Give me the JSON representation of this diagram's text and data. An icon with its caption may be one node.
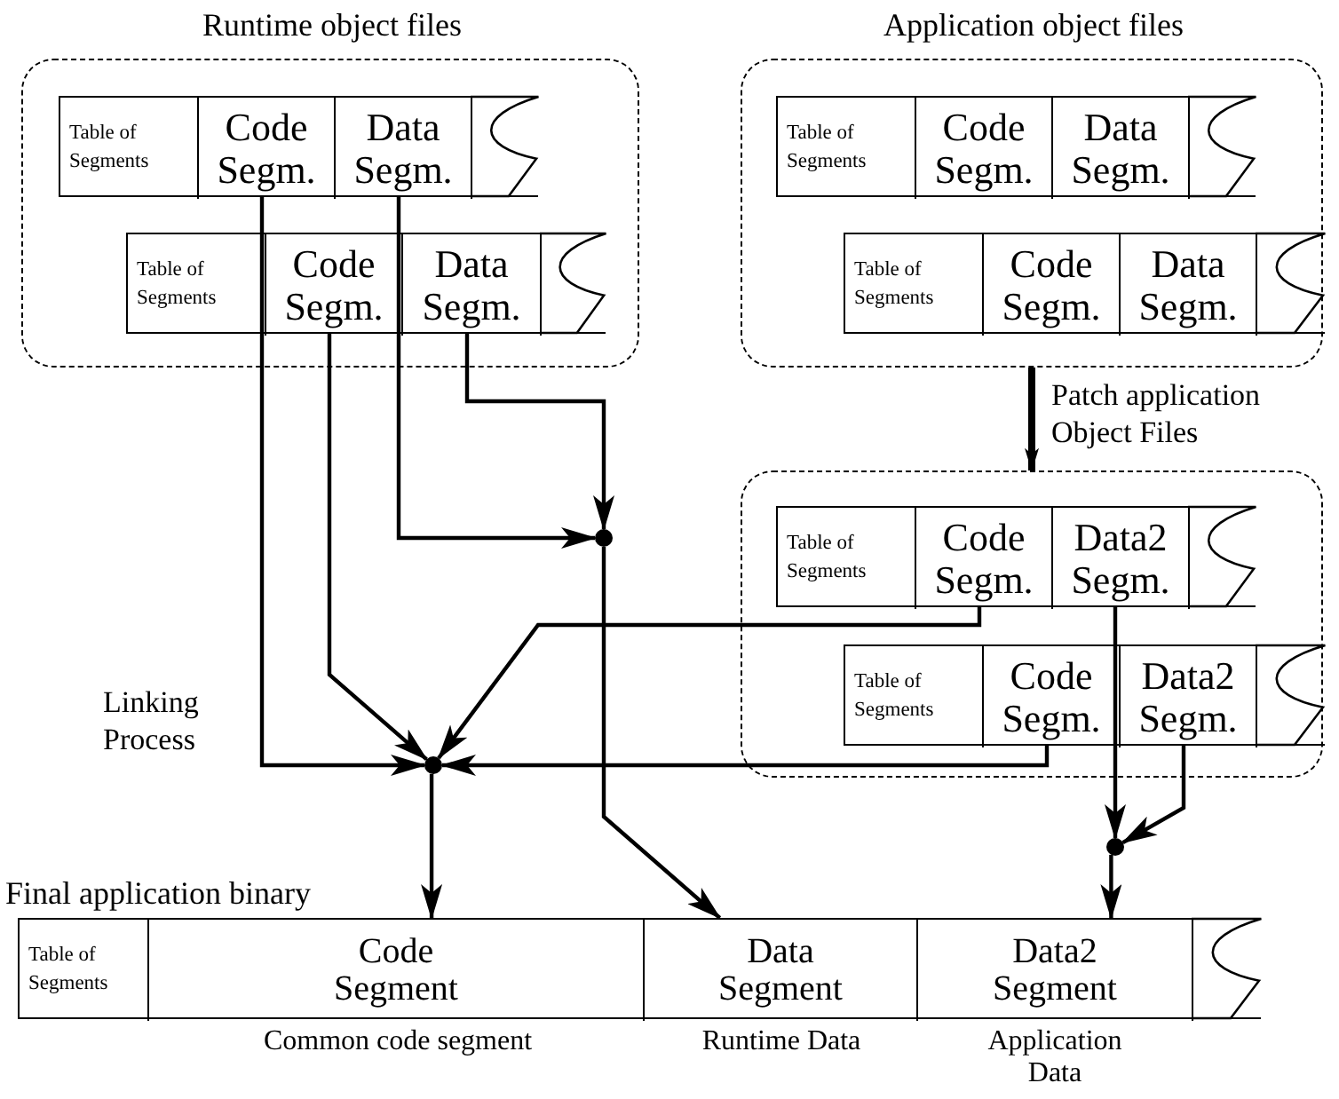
{
  "diagram": {
    "nodes": [
      {
        "text": [
          "Runtime object files"
        ]
      },
      {
        "text": [],
        "shape": "box",
        "in": 0
      },
      {
        "text": [
          "Table of Segments"
        ],
        "in": 1
      },
      {
        "text": [
          "Code Segm."
        ],
        "in": 1
      },
      {
        "text": [
          "Data Segm."
        ],
        "in": 1
      },
      {
        "text": [],
        "shape": "box",
        "in": 1
      },
      {
        "text": [],
        "shape": "box",
        "in": 0
      },
      {
        "text": [
          "Table of Segments"
        ],
        "in": 6
      },
      {
        "text": [
          "Code Segm."
        ],
        "in": 6
      },
      {
        "text": [
          "Data Segm."
        ],
        "in": 6
      },
      {
        "text": [],
        "shape": "box",
        "in": 6
      },
      {
        "text": [
          "Application object files"
        ]
      },
      {
        "text": [],
        "shape": "box",
        "in": 11
      },
      {
        "text": [
          "Table of Segments"
        ],
        "in": 12
      },
      {
        "text": [
          "Code Segm."
        ],
        "in": 12
      },
      {
        "text": [
          "Data Segm."
        ],
        "in": 12
      },
      {
        "text": [],
        "shape": "box",
        "in": 12
      },
      {
        "text": [],
        "shape": "box",
        "in": 11
      },
      {
        "text": [
          "Table of Segments"
        ],
        "in": 17
      },
      {
        "text": [
          "Code Segm."
        ],
        "in": 17
      },
      {
        "text": [
          "Data Segm."
        ],
        "in": 17
      },
      {
        "text": [],
        "shape": "box",
        "in": 17
      },
      {
        "text": [],
        "shape": "box"
      },
      {
        "text": [],
        "shape": "box",
        "in": 22
      },
      {
        "text": [
          "Table of Segments"
        ],
        "in": 23
      },
      {
        "text": [
          "Code Segm."
        ],
        "in": 23
      },
      {
        "text": [
          "Data2 Segm."
        ],
        "in": 23
      },
      {
        "text": [],
        "shape": "box",
        "in": 23
      },
      {
        "text": [],
        "shape": "box",
        "in": 22
      },
      {
        "text": [
          "Table of Segments"
        ],
        "in": 28
      },
      {
        "text": [
          "Code Segm."
        ],
        "in": 28
      },
      {
        "text": [
          "Data2 Segm."
        ],
        "in": 28
      },
      {
        "text": [],
        "shape": "box",
        "in": 28
      },
      {
        "text": [],
        "shape": "circle"
      },
      {
        "text": [],
        "shape": "circle"
      },
      {
        "text": [],
        "shape": "circle"
      },
      {
        "text": [
          "Final application binary"
        ]
      },
      {
        "text": [
          "Table of Segments"
        ],
        "in": 36
      },
      {
        "text": [
          "Code Segment"
        ],
        "in": 36,
        "beside": [
          "Common code segment"
        ]
      },
      {
        "text": [
          "Data Segment"
        ],
        "in": 36,
        "beside": [
          "Runtime Data"
        ]
      },
      {
        "text": [
          "Data2 Segment"
        ],
        "in": 36,
        "beside": [
          "Application Data"
        ]
      },
      {
        "text": [],
        "shape": "box",
        "in": 36
      }
    ],
    "edges": [
      {
        "from": 11,
        "to": 22,
        "arrow": "to",
        "label": "Patch application Object Files",
        "style": "thick"
      },
      {
        "from": 3,
        "to": 34,
        "arrow": "to"
      },
      {
        "from": 8,
        "to": 34,
        "arrow": "to"
      },
      {
        "from": 4,
        "to": 33,
        "arrow": "to"
      },
      {
        "from": 9,
        "to": 33,
        "arrow": "to"
      },
      {
        "from": 25,
        "to": 34,
        "arrow": "to"
      },
      {
        "from": 30,
        "to": 34,
        "arrow": "to"
      },
      {
        "from": 26,
        "to": 35,
        "arrow": "to"
      },
      {
        "from": 31,
        "to": 35,
        "arrow": "to"
      },
      {
        "from": 34,
        "to": 38,
        "arrow": "to"
      },
      {
        "from": 33,
        "to": 39,
        "arrow": "to"
      },
      {
        "from": 35,
        "to": 40,
        "arrow": "to"
      }
    ],
    "labels": [
      "Linking Process"
    ]
  }
}
